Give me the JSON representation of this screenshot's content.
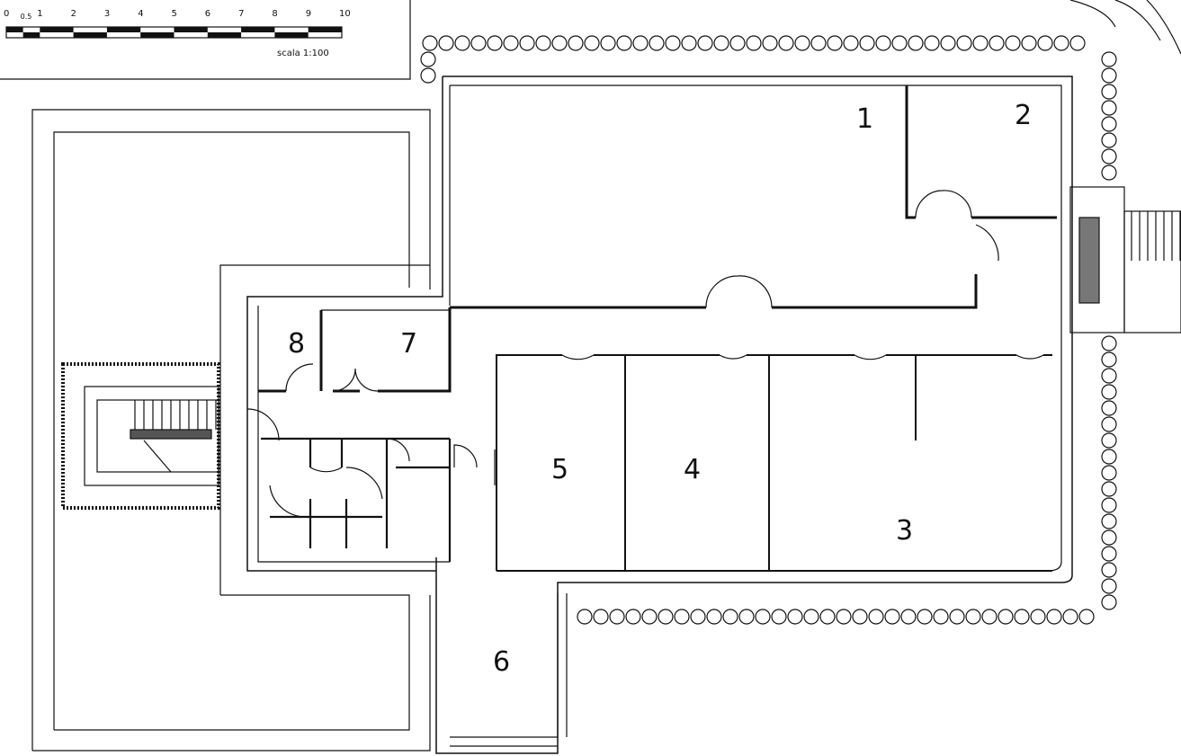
{
  "scale_bar": {
    "tick_labels": [
      "0",
      "0.5",
      "1",
      "2",
      "3",
      "4",
      "5",
      "6",
      "7",
      "8",
      "9",
      "10"
    ],
    "tick_values": [
      0,
      0.5,
      1,
      2,
      3,
      4,
      5,
      6,
      7,
      8,
      9,
      10
    ],
    "caption": "scala 1:100"
  },
  "rooms": [
    {
      "label": "1"
    },
    {
      "label": "2"
    },
    {
      "label": "3"
    },
    {
      "label": "4"
    },
    {
      "label": "5"
    },
    {
      "label": "6"
    },
    {
      "label": "7"
    },
    {
      "label": "8"
    }
  ],
  "colors": {
    "ink": "#111111",
    "paper": "#ffffff"
  }
}
